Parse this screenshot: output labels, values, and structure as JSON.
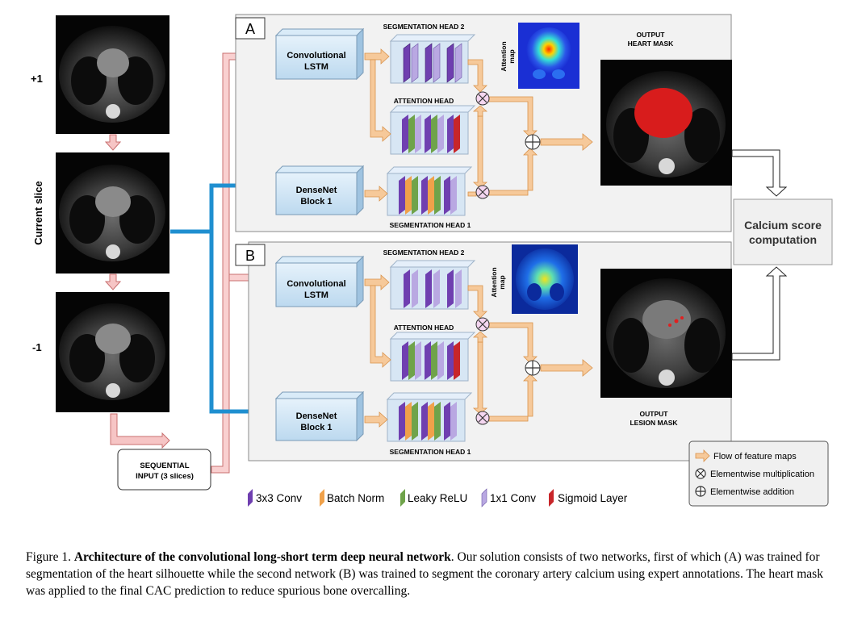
{
  "panels": {
    "a": {
      "tag": "A",
      "top_head": "SEGMENTATION HEAD 2",
      "mid_head": "ATTENTION HEAD",
      "bottom_head": "SEGMENTATION HEAD 1",
      "lstm": [
        "Convolutional",
        "LSTM"
      ],
      "dense": [
        "DenseNet",
        "Block 1"
      ],
      "attention_map": [
        "Attention",
        "map"
      ],
      "output": [
        "OUTPUT",
        "HEART MASK"
      ]
    },
    "b": {
      "tag": "B",
      "top_head": "SEGMENTATION HEAD 2",
      "mid_head": "ATTENTION HEAD",
      "bottom_head": "SEGMENTATION HEAD 1",
      "lstm": [
        "Convolutional",
        "LSTM"
      ],
      "dense": [
        "DenseNet",
        "Block 1"
      ],
      "attention_map": [
        "Attention",
        "map"
      ],
      "output": [
        "OUTPUT",
        "LESION MASK"
      ]
    }
  },
  "slices": {
    "plus": "+1",
    "current": "Current slice",
    "minus": "-1"
  },
  "sequential_input": [
    "SEQUENTIAL",
    "INPUT (3 slices)"
  ],
  "calcium": [
    "Calcium score",
    "computation"
  ],
  "layer_legend": [
    "3x3 Conv",
    "Batch Norm",
    "Leaky ReLU",
    "1x1 Conv",
    "Sigmoid Layer"
  ],
  "op_legend": [
    "Flow of feature maps",
    "Elementwise multiplication",
    "Elementwise addition"
  ],
  "caption": {
    "prefix": "Figure 1. ",
    "title": "Architecture of the convolutional long-short term deep neural network",
    "body": ". Our solution consists of two networks, first of which (A) was trained for segmentation of the heart silhouette while the second network (B) was trained to segment the coronary artery calcium using expert annotations. The heart mask was applied to the final CAC prediction to reduce spurious bone overcalling."
  },
  "colors": {
    "conv3x3": "#6f3fb0",
    "batchnorm": "#f0a14a",
    "leakyrelu": "#6fa34a",
    "conv1x1": "#b9a8e2",
    "sigmoid": "#c8262a",
    "flow": "#f6c99a",
    "blue": "#1f8fd0",
    "pink": "#f6b2b2",
    "panel": "#f2f2f2"
  }
}
